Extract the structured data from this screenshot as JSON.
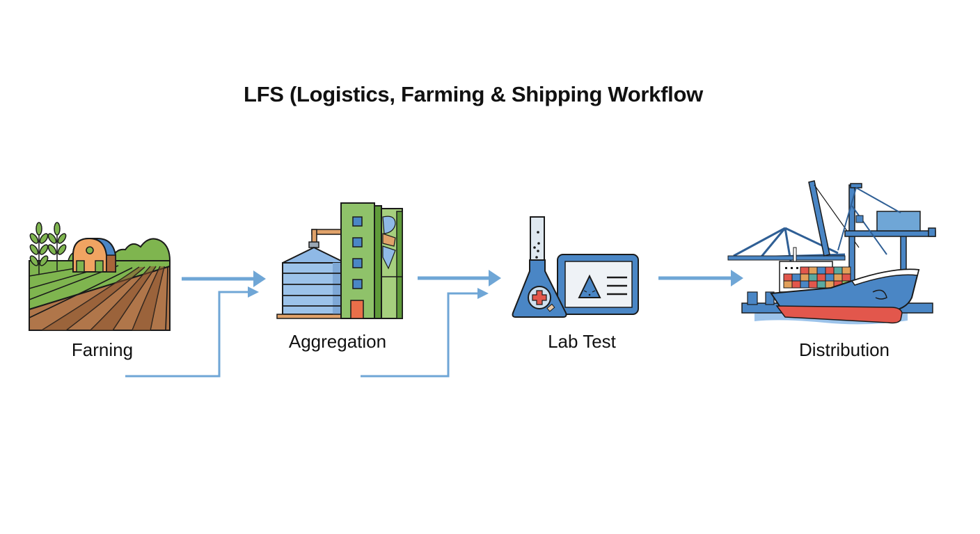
{
  "title": "LFS (Logistics, Farming & Shipping Workflow",
  "colors": {
    "arrow": "#6fa6d6",
    "outline": "#1a1a1a",
    "green": "#7fb54f",
    "dark_green": "#5f9a3a",
    "soil": "#b0764a",
    "soil_dark": "#8a5530",
    "barn": "#f0a462",
    "blue": "#4a86c5",
    "light_blue": "#9cc3ea",
    "red": "#e2574c"
  },
  "stages": [
    {
      "id": "farming",
      "label": "Farning",
      "icon": "farm-field-icon"
    },
    {
      "id": "aggregation",
      "label": "Aggregation",
      "icon": "grain-silo-icon"
    },
    {
      "id": "lab-test",
      "label": "Lab Test",
      "icon": "lab-flask-icon"
    },
    {
      "id": "distribution",
      "label": "Distribution",
      "icon": "cargo-ship-port-icon"
    }
  ],
  "connectors": [
    {
      "from": "farming",
      "to": "aggregation",
      "type": "straight"
    },
    {
      "from": "farming",
      "to": "aggregation",
      "type": "elbow"
    },
    {
      "from": "aggregation",
      "to": "lab-test",
      "type": "straight"
    },
    {
      "from": "aggregation",
      "to": "lab-test",
      "type": "elbow"
    },
    {
      "from": "lab-test",
      "to": "distribution",
      "type": "straight"
    }
  ]
}
